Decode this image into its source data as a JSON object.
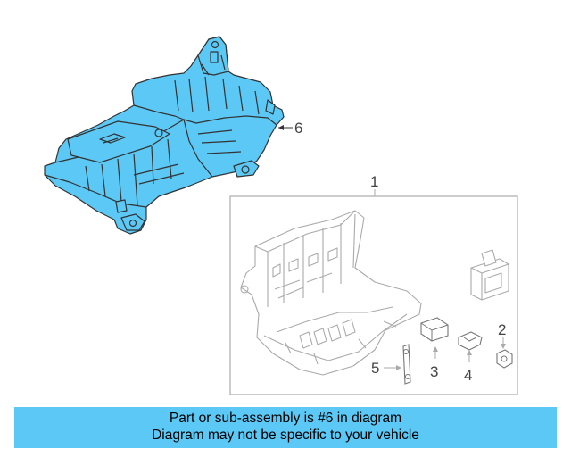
{
  "diagram": {
    "callouts": {
      "c1": "1",
      "c2": "2",
      "c3": "3",
      "c4": "4",
      "c5": "5",
      "c6": "6"
    }
  },
  "banner": {
    "line1": "Part or sub-assembly is #6 in diagram",
    "line2": "Diagram may not be specific to your vehicle",
    "background_color": "#5bc8f5"
  },
  "colors": {
    "highlight_part": "#5bc8f5",
    "outline": "#333333",
    "secondary_outline": "#aaaaaa"
  }
}
